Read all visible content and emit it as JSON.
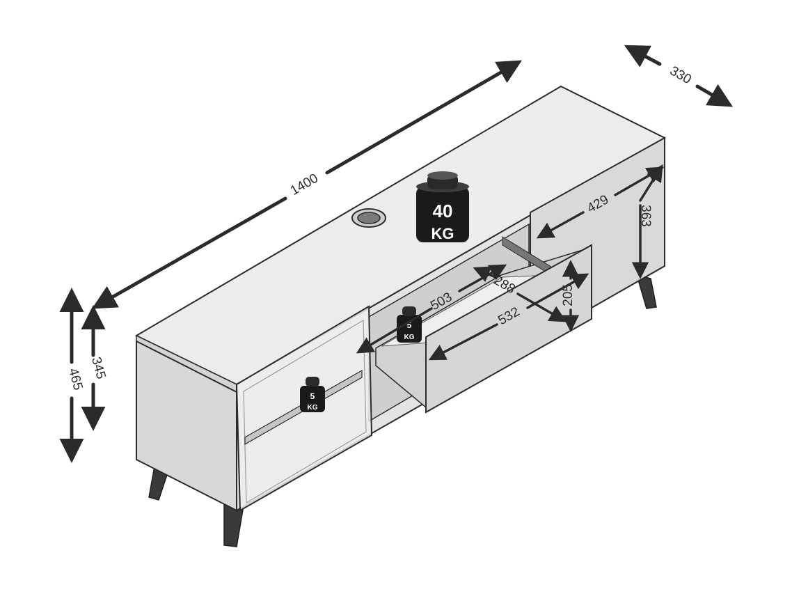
{
  "dimensions": {
    "width": "1400",
    "depth": "330",
    "total_height": "465",
    "body_height": "345",
    "cabinet_inner_height": "363",
    "cabinet_inner_width": "429",
    "drawer_height": "205",
    "drawer_front_width": "532",
    "drawer_inner_width": "503",
    "drawer_inner_depth": "288"
  },
  "weights": {
    "top": {
      "value": "40",
      "unit": "KG"
    },
    "drawer": {
      "value": "5",
      "unit": "KG"
    },
    "shelf": {
      "value": "5",
      "unit": "KG"
    }
  },
  "colors": {
    "line": "#2b2b2b",
    "panel_light": "#e9e9e9",
    "panel_mid": "#dadada",
    "panel_dark": "#bdbdbd",
    "weight_fill": "#1a1a1a"
  }
}
